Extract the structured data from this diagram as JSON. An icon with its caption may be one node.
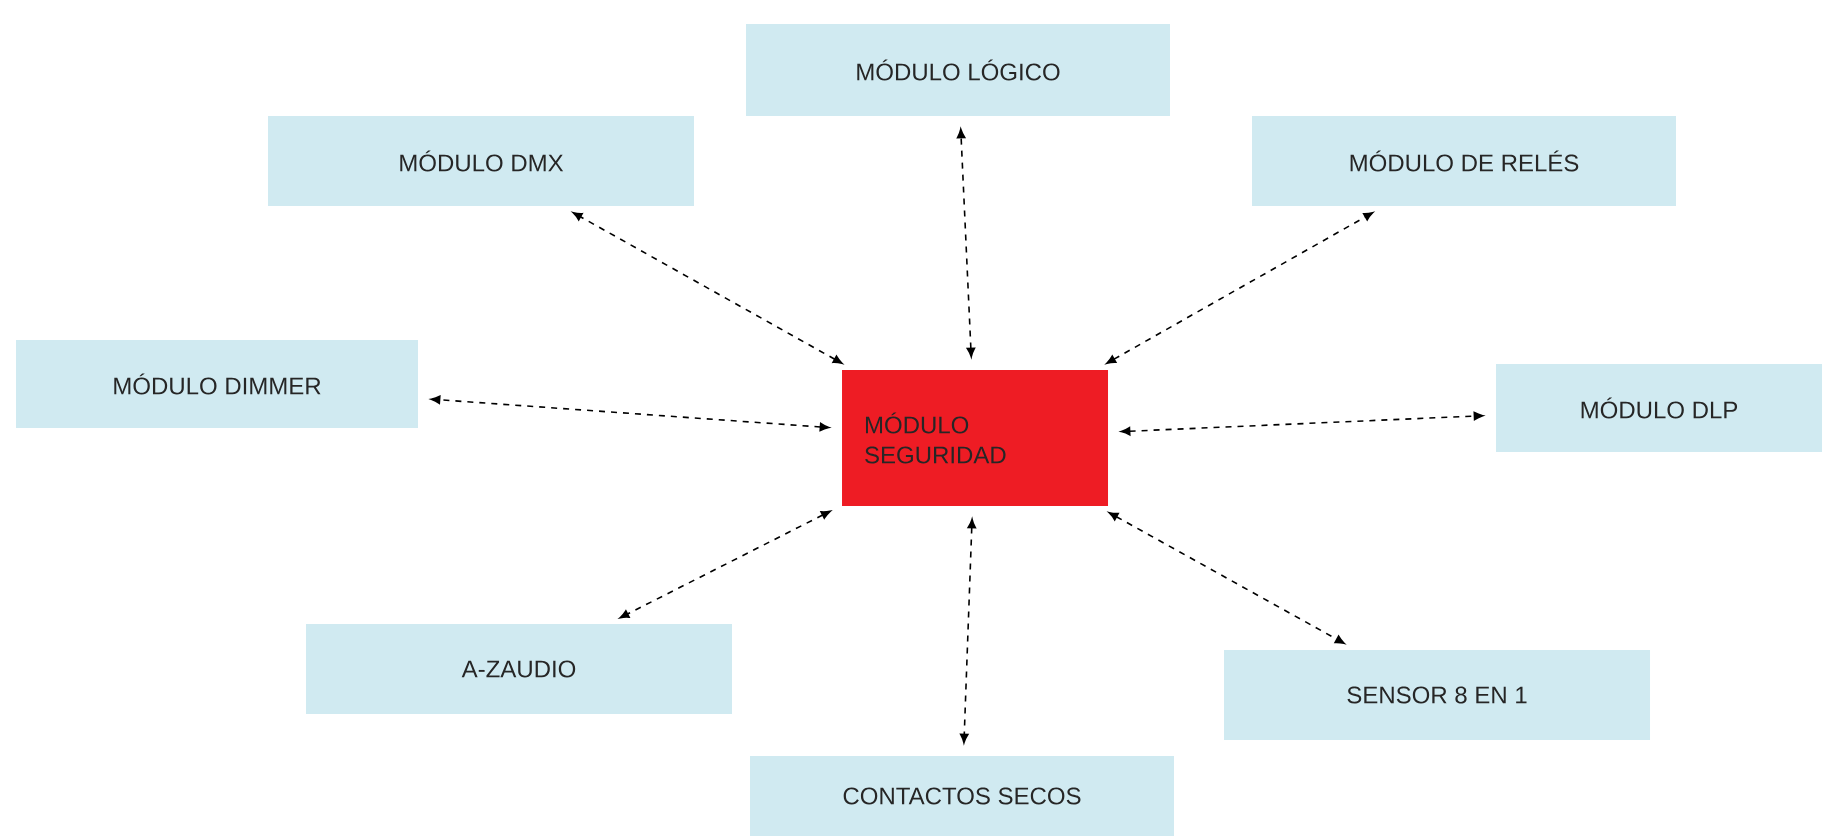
{
  "diagram": {
    "nodes": [
      {
        "text": [
          "MÓDULO SEGURIDAD"
        ]
      },
      {
        "text": [
          "MÓDULO LÓGICO"
        ]
      },
      {
        "text": [
          "MÓDULO DMX"
        ]
      },
      {
        "text": [
          "MÓDULO DE RELÉS"
        ]
      },
      {
        "text": [
          "MÓDULO DIMMER"
        ]
      },
      {
        "text": [
          "MÓDULO DLP"
        ]
      },
      {
        "text": [
          "A-ZAUDIO"
        ]
      },
      {
        "text": [
          "SENSOR 8 EN 1"
        ]
      },
      {
        "text": [
          "CONTACTOS SECOS"
        ]
      }
    ],
    "edges": [
      {
        "from": 0,
        "to": 1,
        "arrow": "both",
        "style": "dashed"
      },
      {
        "from": 0,
        "to": 2,
        "arrow": "both",
        "style": "dashed"
      },
      {
        "from": 0,
        "to": 3,
        "arrow": "both",
        "style": "dashed"
      },
      {
        "from": 0,
        "to": 4,
        "arrow": "both",
        "style": "dashed"
      },
      {
        "from": 0,
        "to": 5,
        "arrow": "both",
        "style": "dashed"
      },
      {
        "from": 0,
        "to": 6,
        "arrow": "both",
        "style": "dashed"
      },
      {
        "from": 0,
        "to": 7,
        "arrow": "both",
        "style": "dashed"
      },
      {
        "from": 0,
        "to": 8,
        "arrow": "both",
        "style": "dashed"
      }
    ]
  }
}
